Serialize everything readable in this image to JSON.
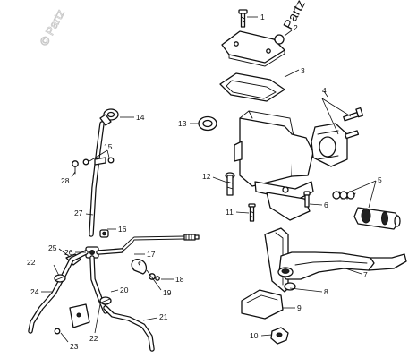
{
  "watermark": {
    "left_text": "© Partz",
    "right_text": "Partz"
  },
  "callouts": [
    {
      "id": "c1",
      "label": "1"
    },
    {
      "id": "c2",
      "label": "2"
    },
    {
      "id": "c3",
      "label": "3"
    },
    {
      "id": "c4",
      "label": "4"
    },
    {
      "id": "c5",
      "label": "5"
    },
    {
      "id": "c6",
      "label": "6"
    },
    {
      "id": "c7",
      "label": "7"
    },
    {
      "id": "c8",
      "label": "8"
    },
    {
      "id": "c9",
      "label": "9"
    },
    {
      "id": "c10",
      "label": "10"
    },
    {
      "id": "c11",
      "label": "11"
    },
    {
      "id": "c12",
      "label": "12"
    },
    {
      "id": "c13",
      "label": "13"
    },
    {
      "id": "c14",
      "label": "14"
    },
    {
      "id": "c15",
      "label": "15"
    },
    {
      "id": "c16",
      "label": "16"
    },
    {
      "id": "c17",
      "label": "17"
    },
    {
      "id": "c18",
      "label": "18"
    },
    {
      "id": "c19",
      "label": "19"
    },
    {
      "id": "c20",
      "label": "20"
    },
    {
      "id": "c21",
      "label": "21"
    },
    {
      "id": "c22a",
      "label": "22"
    },
    {
      "id": "c22b",
      "label": "22"
    },
    {
      "id": "c23",
      "label": "23"
    },
    {
      "id": "c24",
      "label": "24"
    },
    {
      "id": "c25",
      "label": "25"
    },
    {
      "id": "c26",
      "label": "26"
    },
    {
      "id": "c27",
      "label": "27"
    },
    {
      "id": "c28",
      "label": "28"
    }
  ]
}
